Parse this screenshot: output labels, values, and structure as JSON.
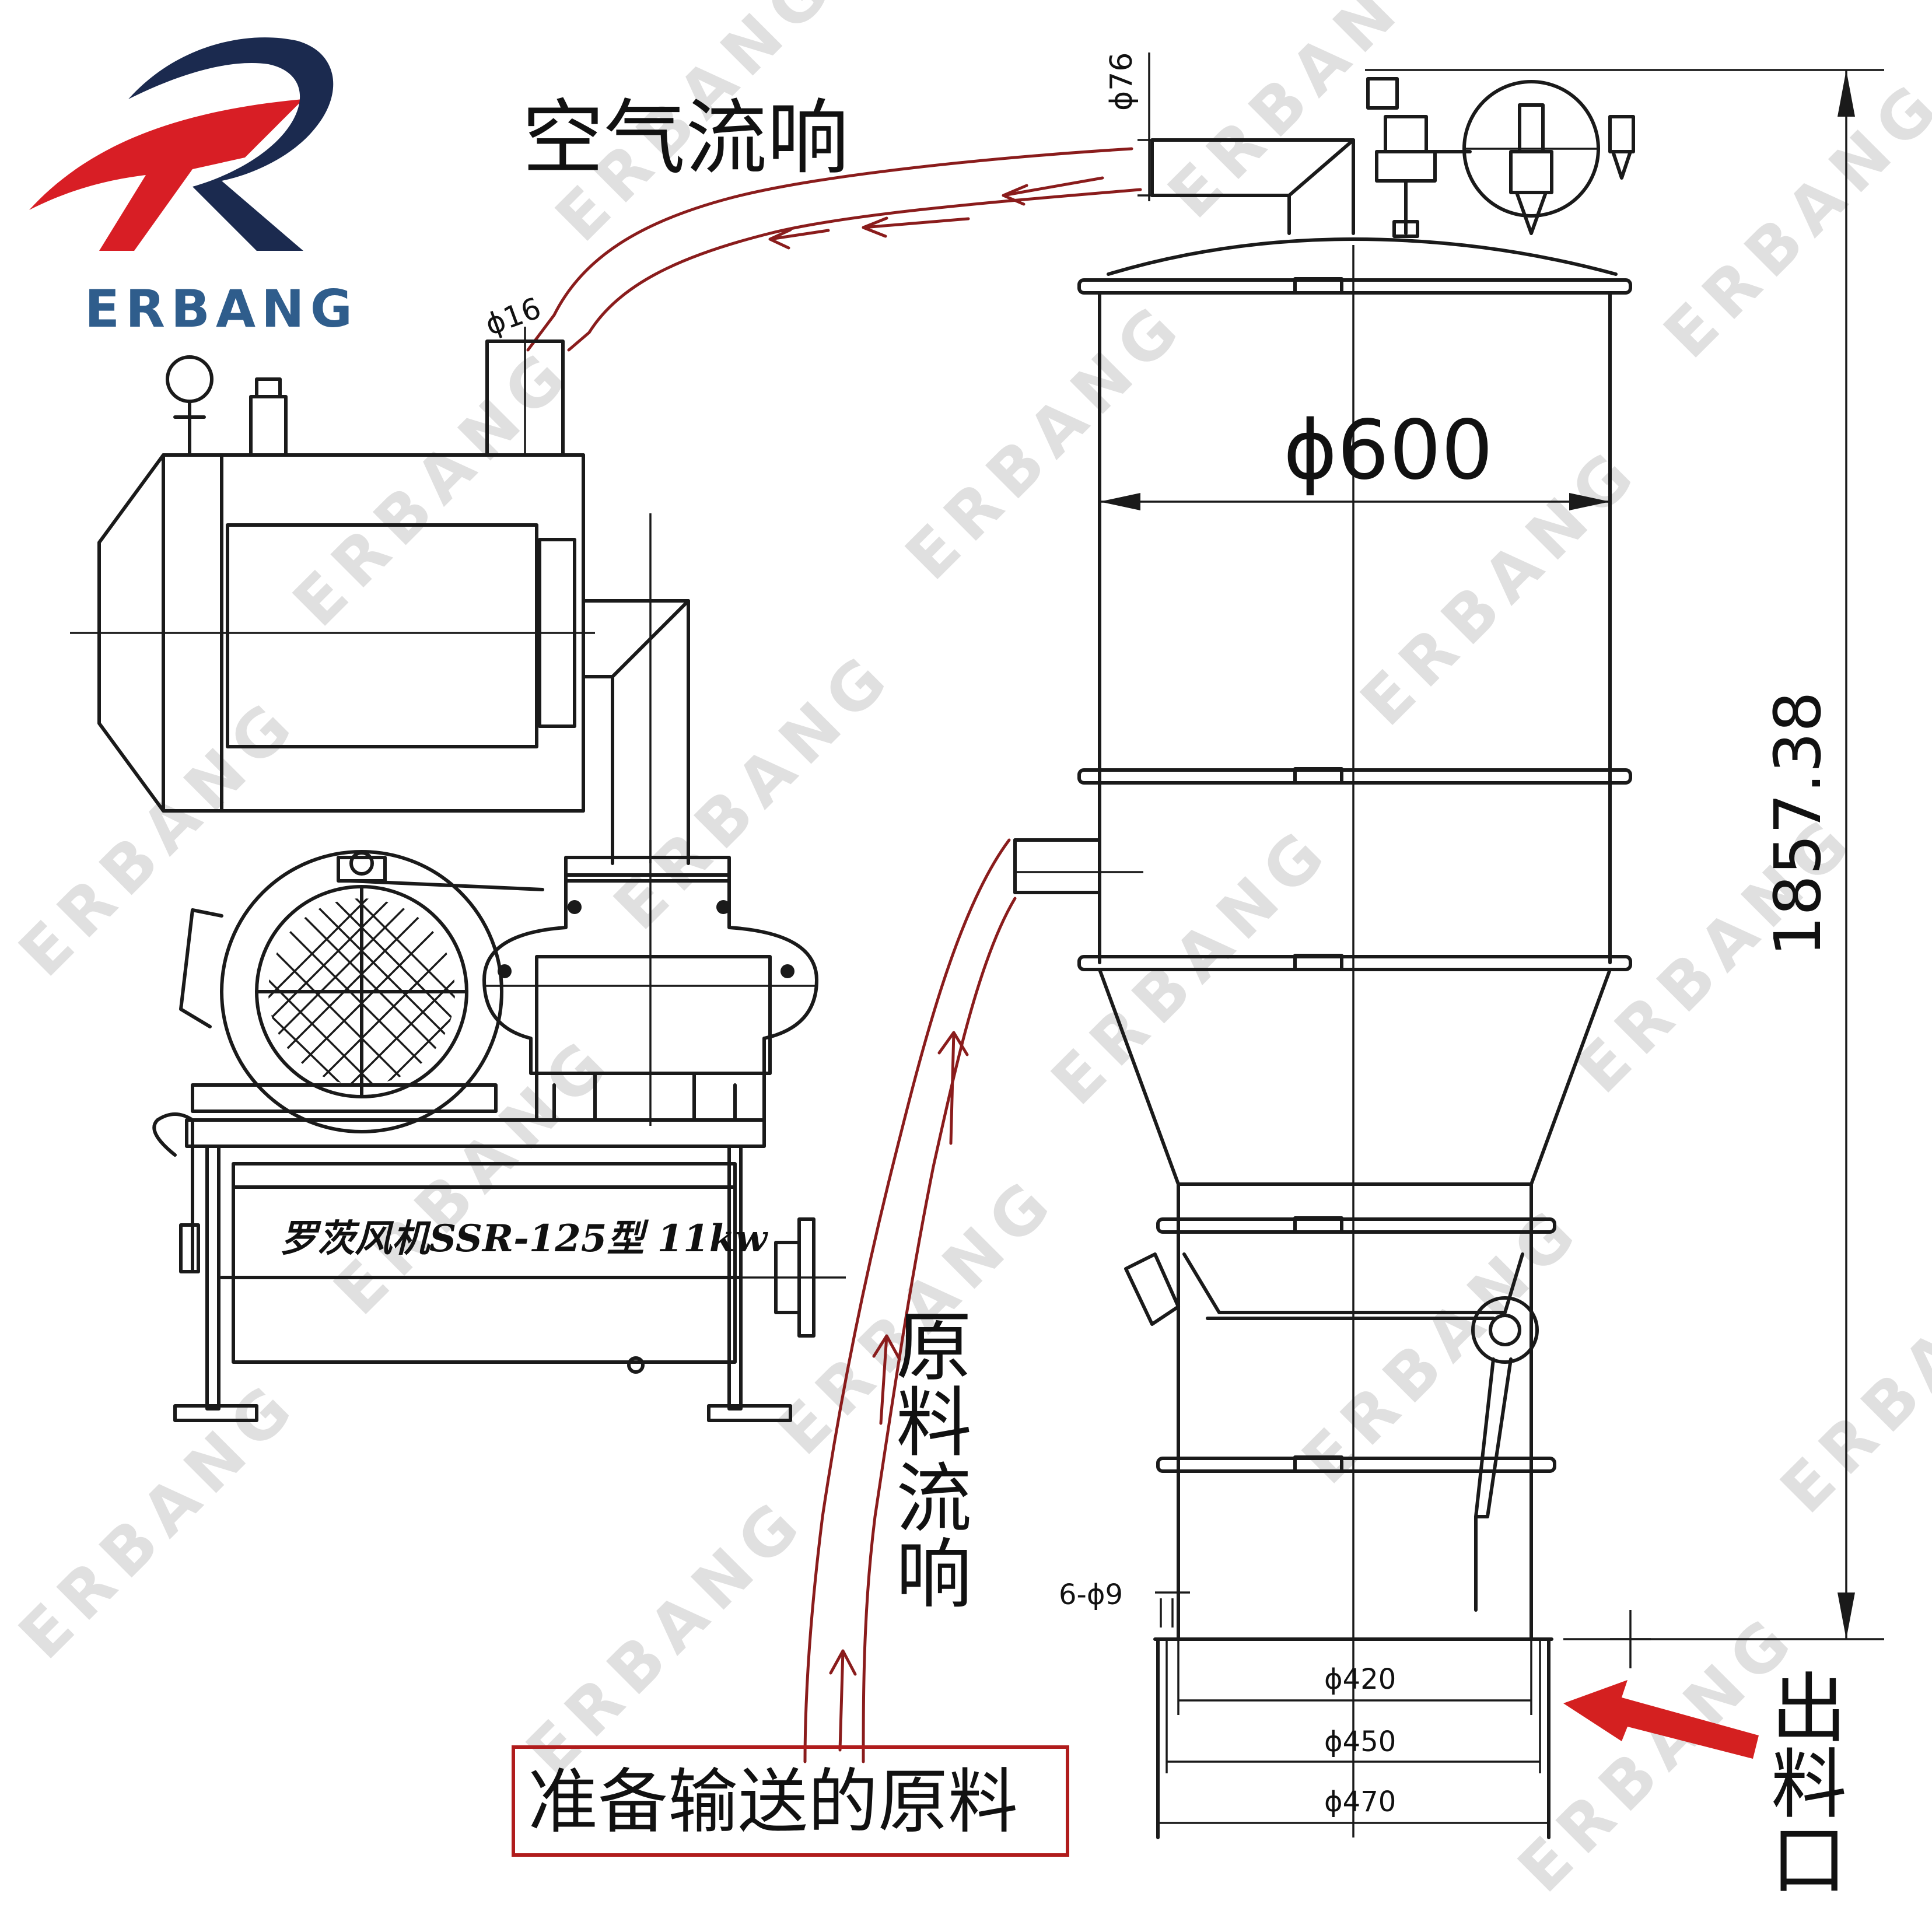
{
  "logo": {
    "brand": "ERBANG"
  },
  "watermark": "ERBANG",
  "labels": {
    "air_flow": "空气流响",
    "material_flow": "原料流响",
    "material_to_convey": "准备输送的原料",
    "outlet": "出料口",
    "blower_nameplate": "罗茨风机SSR-125型 11kw"
  },
  "dimensions": {
    "air_pipe_top": "ϕ76",
    "air_pipe_blower": "ϕ16",
    "tank_diameter": "ϕ600",
    "total_height": "1857.38",
    "bolt_holes": "6-ϕ9",
    "flange_inner": "ϕ420",
    "flange_mid": "ϕ450",
    "flange_outer": "ϕ470"
  },
  "colors": {
    "brand_red": "#d81e25",
    "brand_navy": "#1b2a4f",
    "brand_blue": "#2f5d8c",
    "flow_red": "#8a1c1c",
    "arrow_red": "#d42020",
    "ink": "#1a1a1a"
  }
}
